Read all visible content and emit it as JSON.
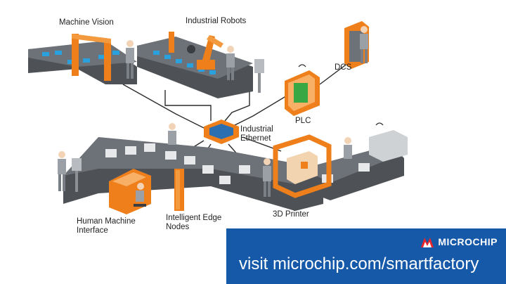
{
  "labels": {
    "machine_vision": "Machine Vision",
    "industrial_robots": "Industrial Robots",
    "dcs": "DCS",
    "plc": "PLC",
    "industrial_ethernet_line1": "Industrial",
    "industrial_ethernet_line2": "Ethernet",
    "hmi_line1": "Human Machine",
    "hmi_line2": "Interface",
    "edge_line1": "Intelligent Edge",
    "edge_line2": "Nodes",
    "printer_3d": "3D Printer"
  },
  "banner": {
    "brand": "MICROCHIP",
    "url_text": "visit microchip.com/smartfactory"
  },
  "colors": {
    "banner_bg": "#1559a8",
    "accent_orange": "#ef7f1a",
    "conveyor_dark": "#4e5257",
    "conveyor_top": "#6d7278",
    "box_blue": "#2aa0dc",
    "cable": "#2b2b2b"
  }
}
